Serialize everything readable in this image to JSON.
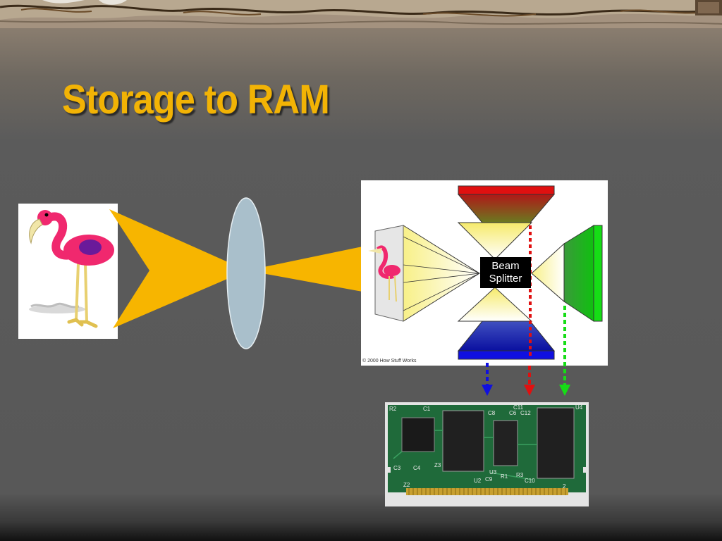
{
  "slide": {
    "title": "Storage to RAM",
    "colors": {
      "title": "#f2b305",
      "beam": "#f7b500",
      "lens": "#a9bfcb",
      "red_detector": "#e01010",
      "green_detector": "#16dd16",
      "blue_detector": "#1010e0"
    }
  },
  "hologram": {
    "splitter_line1": "Beam",
    "splitter_line2": "Splitter",
    "copyright": "© 2000 How Stuff Works"
  },
  "arrows": [
    {
      "color": "blue"
    },
    {
      "color": "red"
    },
    {
      "color": "green"
    }
  ],
  "ram": {
    "labels": [
      "R2",
      "C1",
      "C11",
      "C6",
      "C12",
      "U4",
      "C8",
      "C3",
      "C4",
      "Z3",
      "U3",
      "R1",
      "R3",
      "C9",
      "C10",
      "U2",
      "Z2",
      "2"
    ]
  }
}
